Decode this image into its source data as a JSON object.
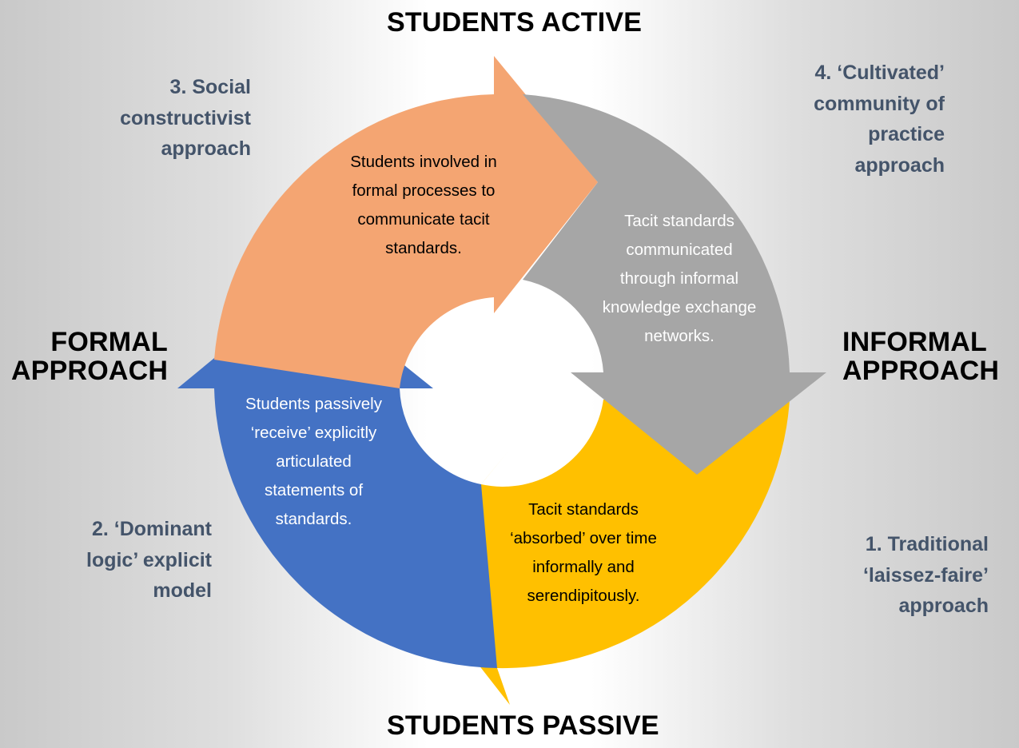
{
  "axes": {
    "top": "STUDENTS ACTIVE",
    "bottom": "STUDENTS PASSIVE",
    "left": [
      "FORMAL",
      "APPROACH"
    ],
    "right": [
      "INFORMAL",
      "APPROACH"
    ]
  },
  "approaches": {
    "social": [
      "3. Social",
      "constructivist",
      "approach"
    ],
    "cultivated": [
      "4. ‘Cultivated’",
      "community of",
      "practice",
      "approach"
    ],
    "dominant": [
      "2. ‘Dominant",
      "logic’ explicit",
      "model"
    ],
    "traditional": [
      "1. Traditional",
      "‘laissez-faire’",
      "approach"
    ]
  },
  "segments": {
    "orange": [
      "Students involved in",
      "formal processes to",
      "communicate tacit",
      "standards."
    ],
    "gray": [
      "Tacit standards",
      "communicated",
      "through informal",
      "knowledge exchange",
      "networks."
    ],
    "blue": [
      "Students passively",
      "‘receive’ explicitly",
      "articulated",
      "statements of",
      "standards."
    ],
    "yellow": [
      "Tacit standards",
      "‘absorbed’ over time",
      "informally and",
      "serendipitously."
    ]
  },
  "colors": {
    "orange": "#f4a572",
    "gray": "#a6a6a6",
    "blue": "#4472c4",
    "yellow": "#ffc000",
    "approach_text": "#44546a",
    "segment_text_dark": "#000000",
    "segment_text_light": "#ffffff"
  }
}
